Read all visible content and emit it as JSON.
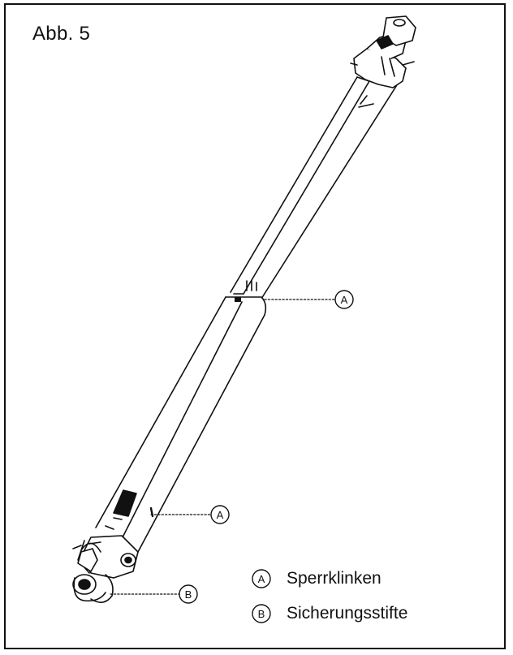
{
  "figure": {
    "title": "Abb. 5"
  },
  "callouts": [
    {
      "letter": "A"
    },
    {
      "letter": "A"
    },
    {
      "letter": "B"
    }
  ],
  "legend": [
    {
      "letter": "A",
      "text": "Sperrklinken"
    },
    {
      "letter": "B",
      "text": "Sicherungsstifte"
    }
  ],
  "colors": {
    "line": "#111111",
    "background": "#ffffff"
  }
}
